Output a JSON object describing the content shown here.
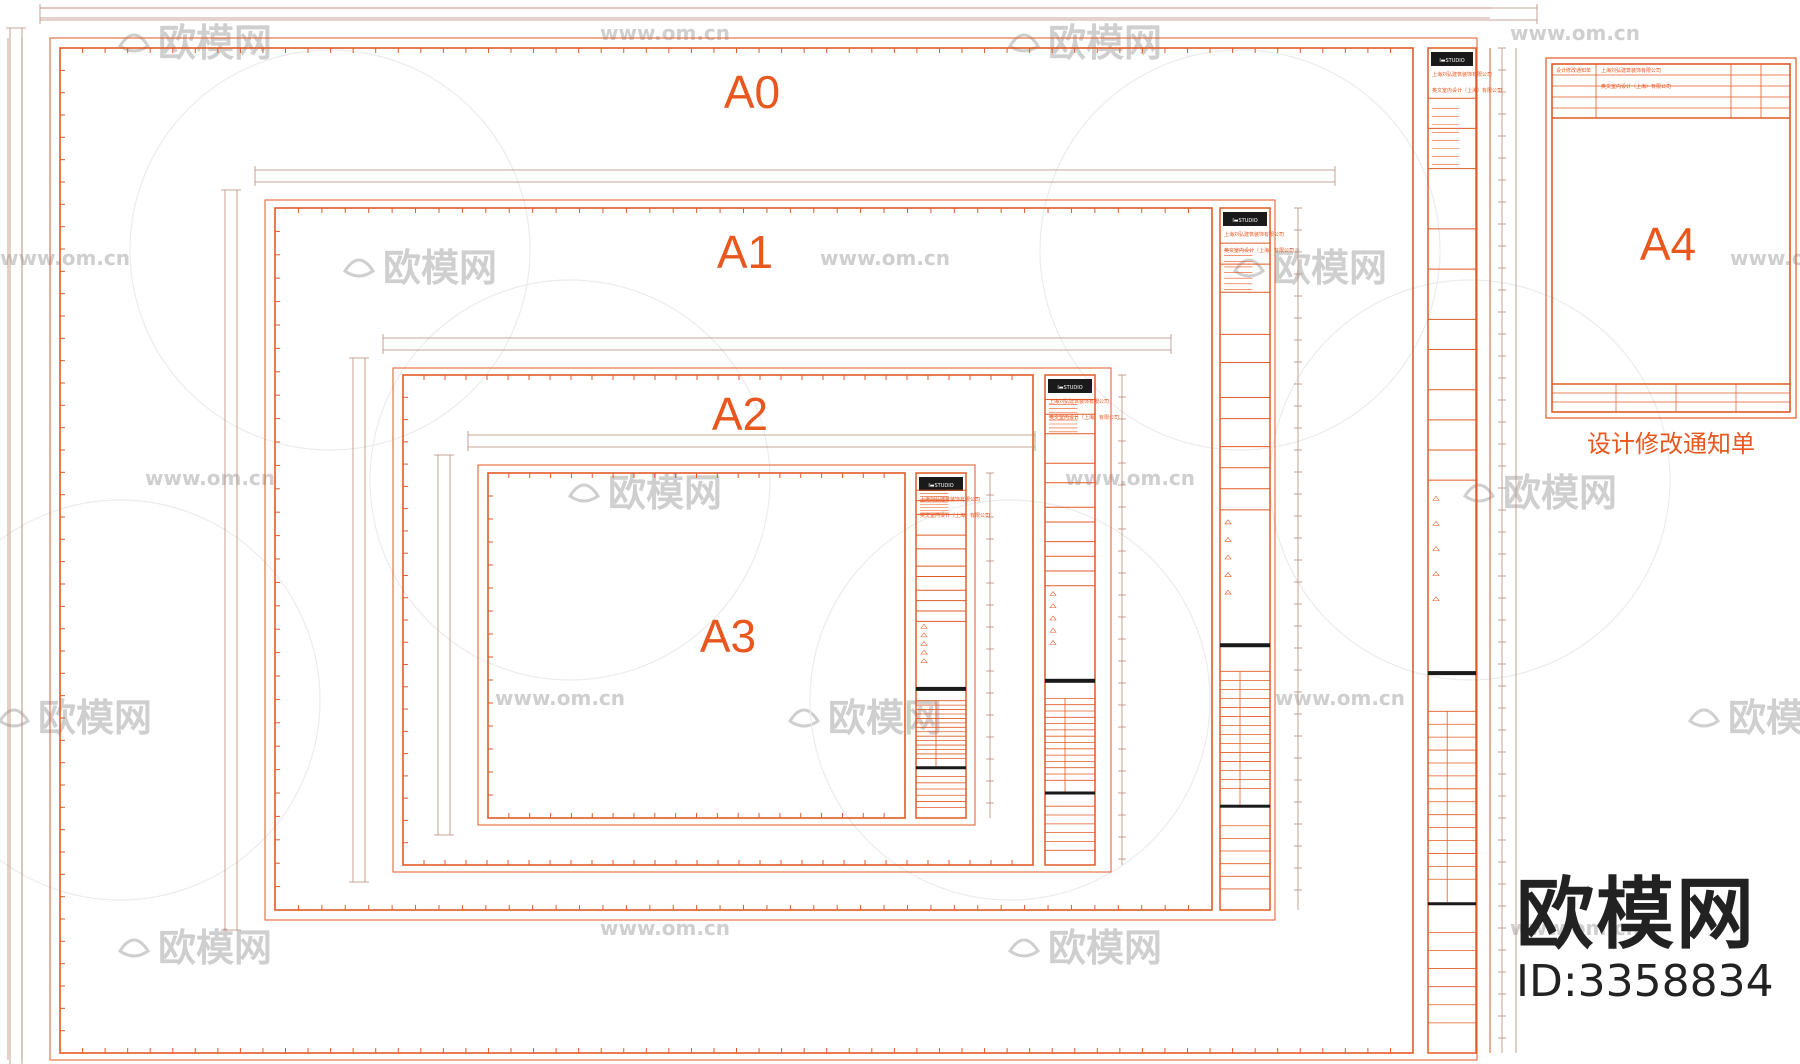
{
  "colors": {
    "accent": "#e8571e",
    "line": "#e25a26",
    "dim": "#b78a78",
    "black": "#1a1a1a",
    "watermark": "#cfcfcf",
    "brand": "#222222"
  },
  "sheets": [
    {
      "id": "a0",
      "label": "A0"
    },
    {
      "id": "a1",
      "label": "A1"
    },
    {
      "id": "a2",
      "label": "A2"
    },
    {
      "id": "a3",
      "label": "A3"
    },
    {
      "id": "a4",
      "label": "A4"
    }
  ],
  "a4_caption": "设计修改通知单",
  "titleblock": {
    "logo_text": "I▬STUDIO",
    "company": "上海刘弘建筑装饰有限公司",
    "company2": "奥文室内设计（上海）有限公司",
    "notice_title": "设计修改通知单"
  },
  "watermarks": {
    "cn": "欧模网",
    "url": "www.om.cn"
  },
  "brand": {
    "name": "欧模网",
    "id": "ID:3358834"
  }
}
